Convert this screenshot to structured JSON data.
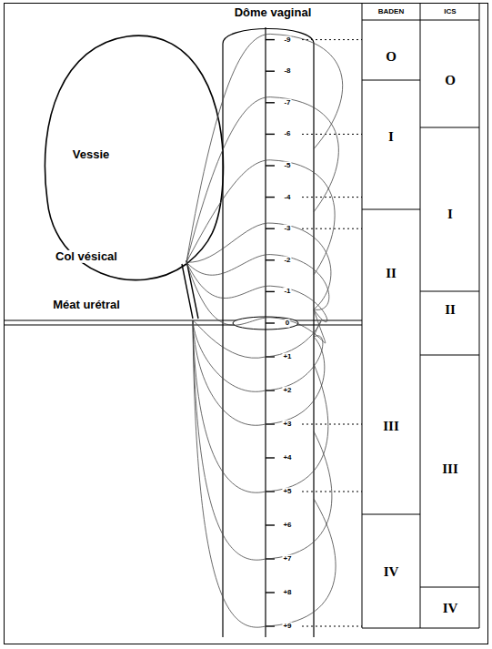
{
  "diagram": {
    "labels": [
      "Dôme vaginal",
      "Vessie",
      "Col vésical",
      "Méat urétral",
      "BADEN",
      "ICS",
      "O",
      "I",
      "II",
      "III",
      "IV",
      "O",
      "I",
      "II",
      "III",
      "IV",
      "-9",
      "-8",
      "-7",
      "-6",
      "-5",
      "-4",
      "-3",
      "-2",
      "-1",
      "0",
      "+1",
      "+2",
      "+3",
      "+4",
      "+5",
      "+6",
      "+7",
      "+8",
      "+9"
    ]
  }
}
